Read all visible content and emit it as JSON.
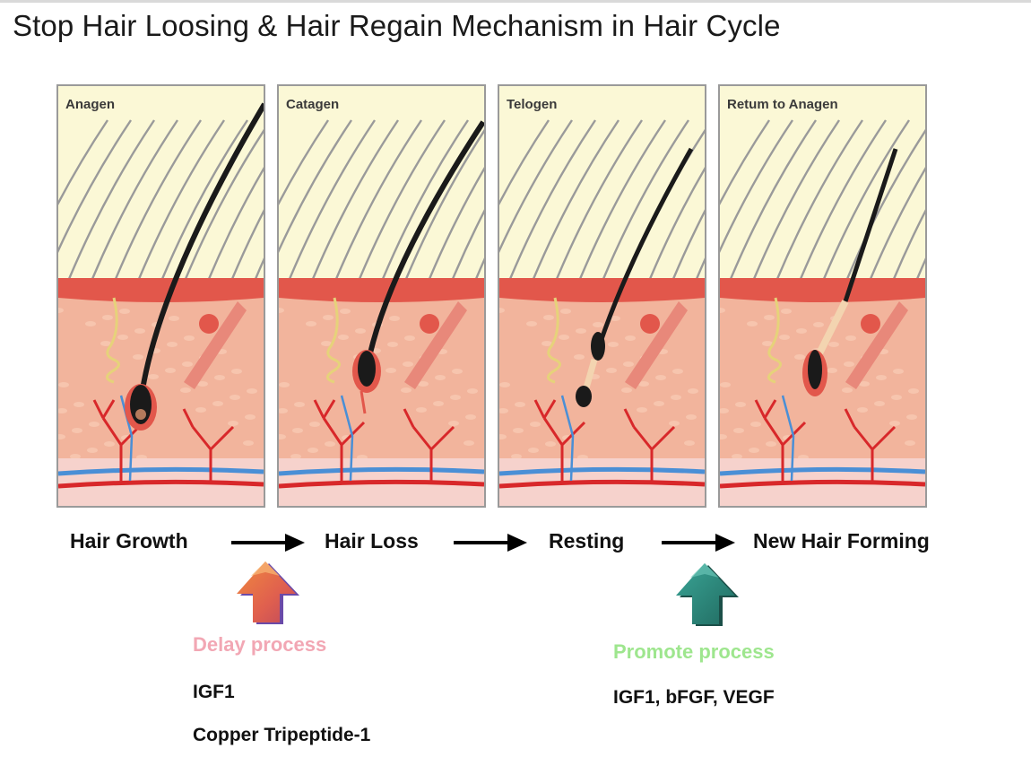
{
  "title": "Stop Hair Loosing & Hair Regain Mechanism in Hair Cycle",
  "panels": [
    {
      "label": "Anagen"
    },
    {
      "label": "Catagen"
    },
    {
      "label": "Telogen"
    },
    {
      "label": "Retum to Anagen"
    }
  ],
  "stages": [
    "Hair Growth",
    "Hair Loss",
    "Resting",
    "New Hair Forming"
  ],
  "delay": {
    "title": "Delay process",
    "factors": [
      "IGF1",
      "Copper Tripeptide-1"
    ]
  },
  "promote": {
    "title": "Promote process",
    "factors": [
      "IGF1, bFGF, VEGF"
    ]
  },
  "colors": {
    "delay_text": "#f2a7b4",
    "promote_text": "#9ee68e",
    "delay_arrow": "#e8744a",
    "promote_arrow": "#2f8c7e",
    "skin": "#f2b49c",
    "epidermis": "#e2574b"
  }
}
